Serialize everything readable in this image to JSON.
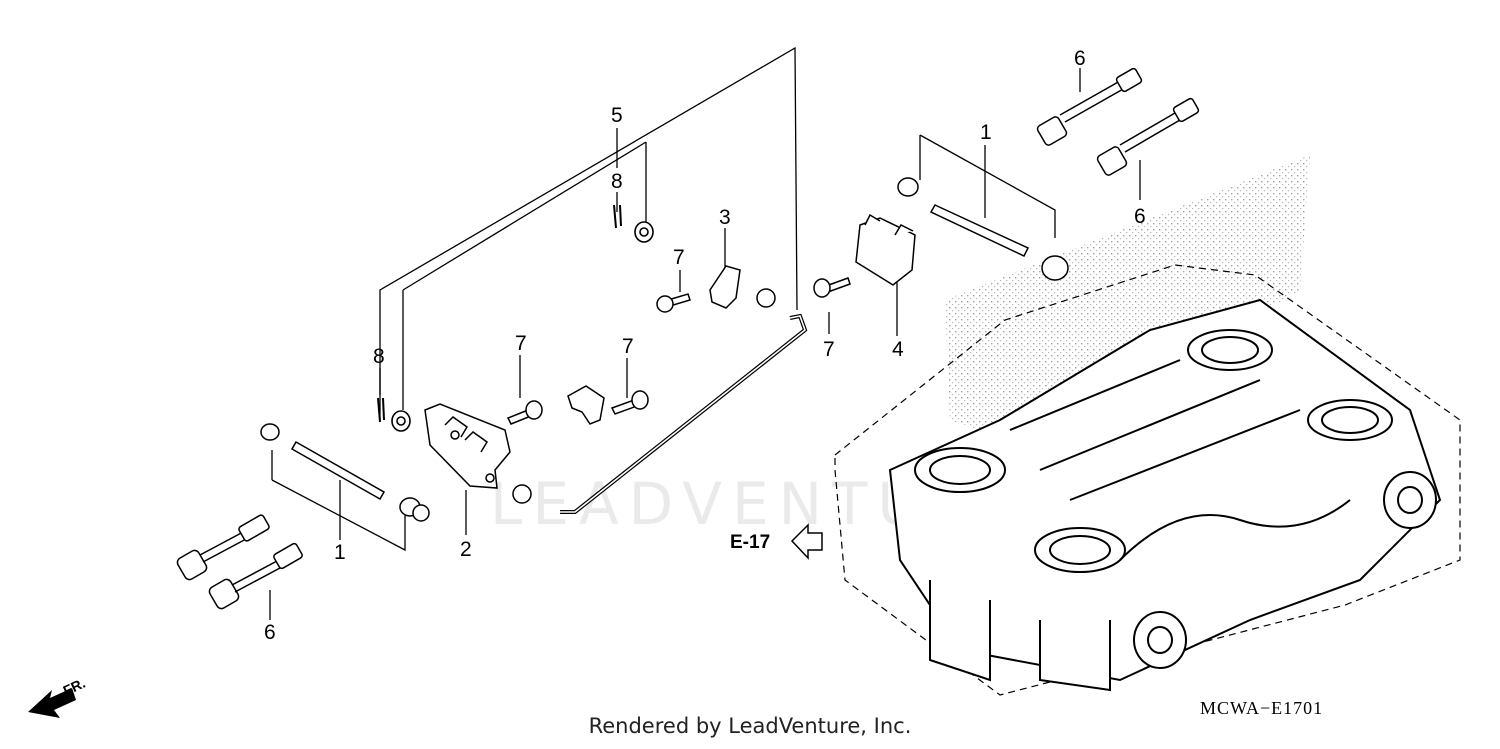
{
  "callouts": {
    "c1_left": "1",
    "c1_right": "1",
    "c2": "2",
    "c3": "3",
    "c4": "4",
    "c5": "5",
    "c6_left": "6",
    "c6_top": "6",
    "c6_right": "6",
    "c7_a": "7",
    "c7_b": "7",
    "c7_c": "7",
    "c7_d": "7",
    "c8_left": "8",
    "c8_top": "8"
  },
  "reference": "E-17",
  "direction_label": "FR.",
  "diagram_code": "MCWA−E1701",
  "watermark": "LEADVENTURE",
  "footer": "Rendered by LeadVenture, Inc."
}
